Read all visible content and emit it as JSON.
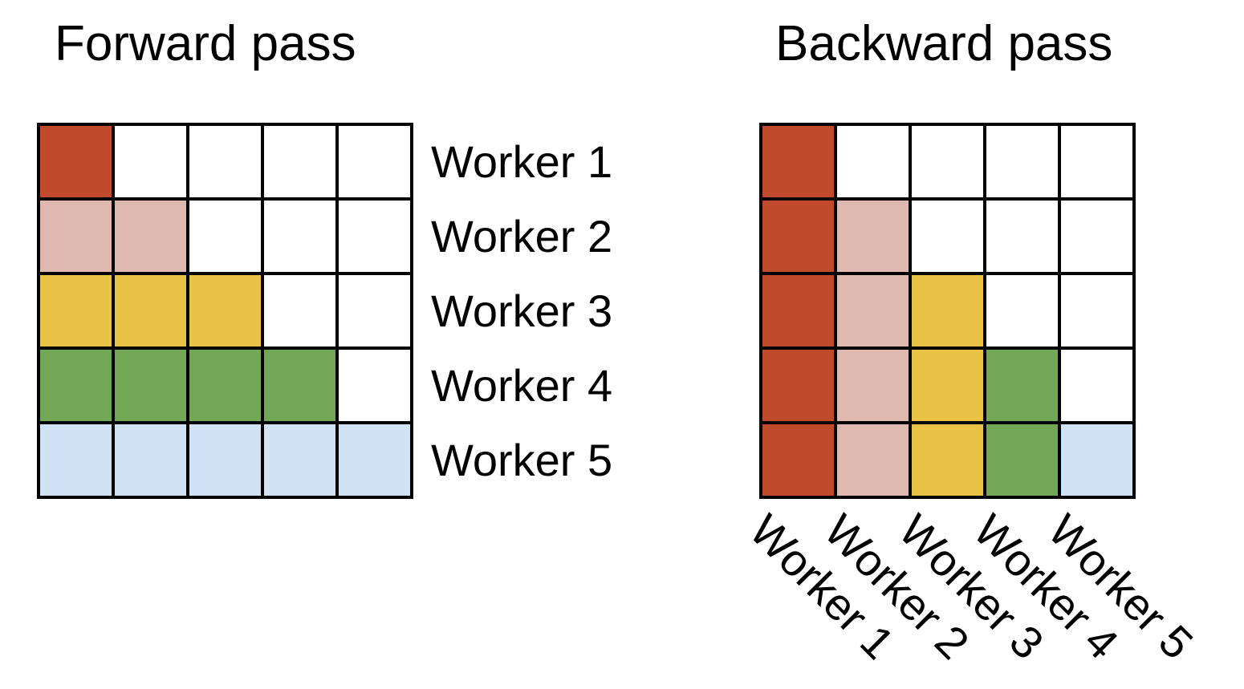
{
  "figure": {
    "background": "#ffffff",
    "line_color": "#000000"
  },
  "colors": {
    "worker1": "#bf4b2c",
    "worker2": "#dfb8b0",
    "worker3": "#e8c345",
    "worker4": "#72a755",
    "worker5": "#d0e2f3",
    "empty": "#ffffff"
  },
  "forward": {
    "title": "Forward pass",
    "row_labels": [
      "Worker 1",
      "Worker 2",
      "Worker 3",
      "Worker 4",
      "Worker 5"
    ],
    "cells": [
      [
        1,
        0,
        0,
        0,
        0
      ],
      [
        2,
        2,
        0,
        0,
        0
      ],
      [
        3,
        3,
        3,
        0,
        0
      ],
      [
        4,
        4,
        4,
        4,
        0
      ],
      [
        5,
        5,
        5,
        5,
        5
      ]
    ]
  },
  "backward": {
    "title": "Backward pass",
    "col_labels": [
      "Worker 1",
      "Worker 2",
      "Worker 3",
      "Worker 4",
      "Worker 5"
    ],
    "cells": [
      [
        1,
        0,
        0,
        0,
        0
      ],
      [
        1,
        2,
        0,
        0,
        0
      ],
      [
        1,
        2,
        3,
        0,
        0
      ],
      [
        1,
        2,
        3,
        4,
        0
      ],
      [
        1,
        2,
        3,
        4,
        5
      ]
    ]
  }
}
